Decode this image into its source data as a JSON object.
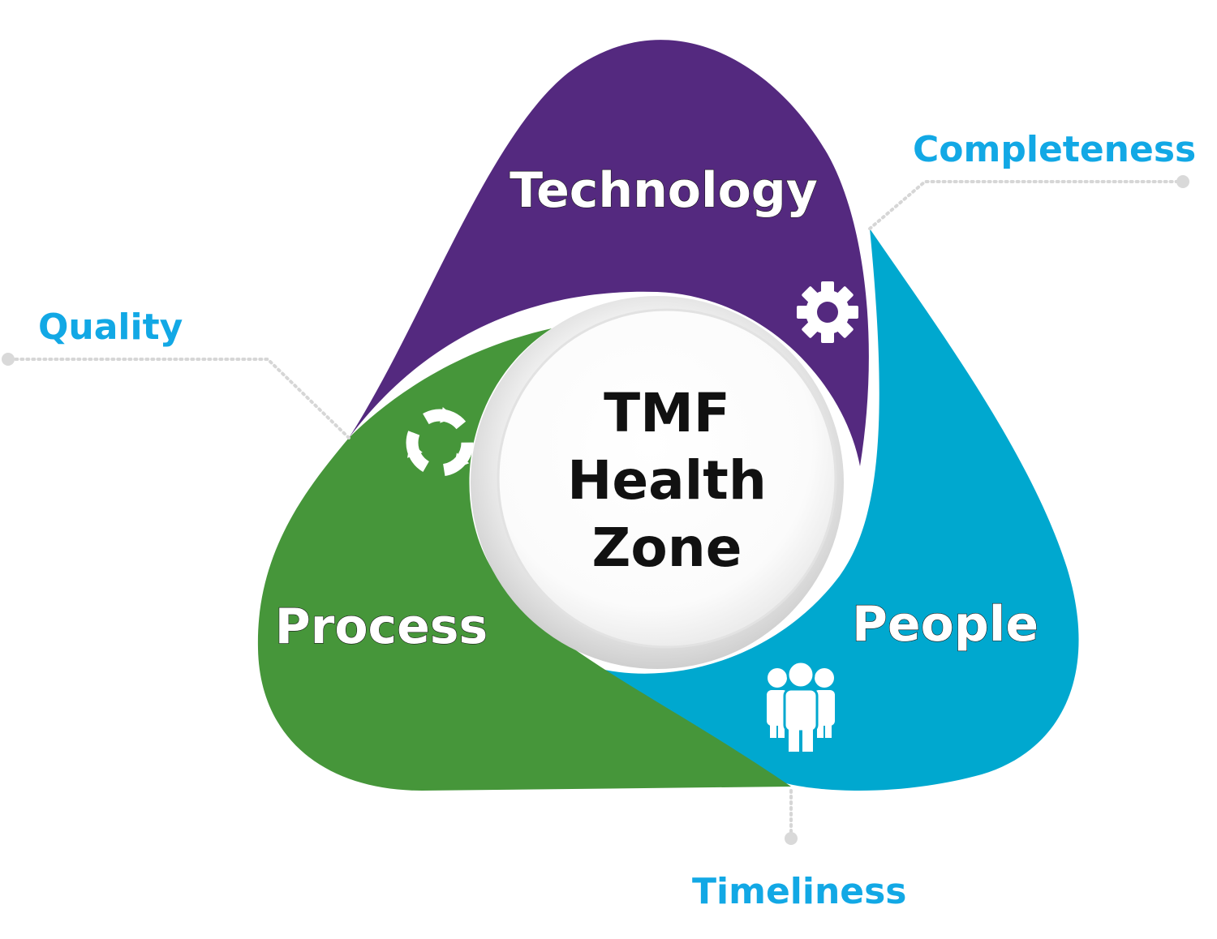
{
  "colors": {
    "technology": "#54297F",
    "process": "#46963A",
    "people": "#00A8CF",
    "attribute_text": "#12A8E5",
    "center_text": "#111111"
  },
  "segments": [
    {
      "key": "technology",
      "label": "Technology",
      "icon": "gear-icon"
    },
    {
      "key": "process",
      "label": "Process",
      "icon": "cycle-arrows-icon"
    },
    {
      "key": "people",
      "label": "People",
      "icon": "people-group-icon"
    }
  ],
  "center": {
    "lines": [
      "TMF",
      "Health",
      "Zone"
    ]
  },
  "attributes": [
    {
      "key": "completeness",
      "label": "Completeness"
    },
    {
      "key": "quality",
      "label": "Quality"
    },
    {
      "key": "timeliness",
      "label": "Timeliness"
    }
  ]
}
